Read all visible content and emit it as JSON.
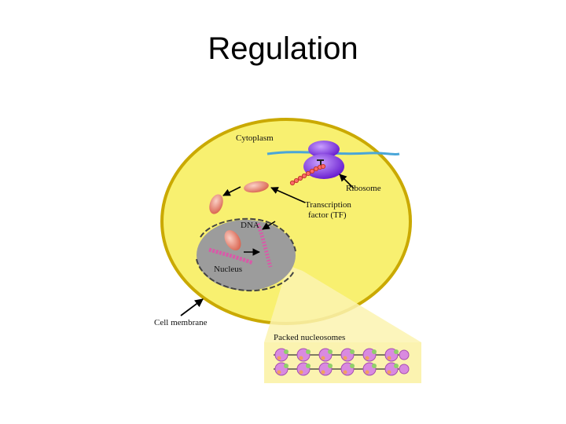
{
  "slide": {
    "title": "Regulation"
  },
  "diagram": {
    "labels": {
      "cytoplasm": "Cytoplasm",
      "ribosome": "Ribosome",
      "transcription_factor_line1": "Transcription",
      "transcription_factor_line2": "factor (TF)",
      "dna": "DNA",
      "nucleus": "Nucleus",
      "cell_membrane": "Cell membrane",
      "packed_nucleosomes": "Packed nucleosomes"
    },
    "colors": {
      "cell_fill": "#f8f070",
      "cell_border": "#caa900",
      "nucleus_fill": "#9c9c9c",
      "ribosome": "#9a4dff",
      "transcription_factor": "#ef8a7a",
      "mrna": "#d85aa8",
      "er_membrane": "#4aa6d8",
      "zoom_panel": "#fbf3b0"
    }
  }
}
